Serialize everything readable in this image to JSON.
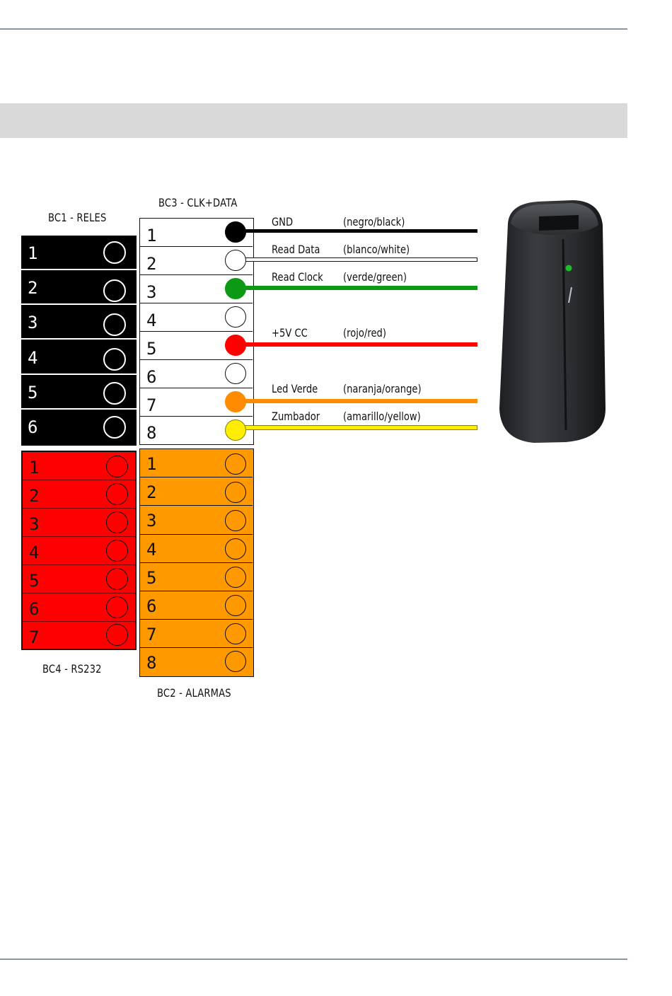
{
  "blocks": {
    "bc1": {
      "title": "BC1 - RELES",
      "pins": [
        "1",
        "2",
        "3",
        "4",
        "5",
        "6"
      ],
      "fill": "#000000",
      "text_color": "#ffffff"
    },
    "bc4": {
      "title": "BC4 - RS232",
      "pins": [
        "1",
        "2",
        "3",
        "4",
        "5",
        "6",
        "7"
      ],
      "fill": "#ff0000",
      "text_color": "#111111"
    },
    "bc3": {
      "title": "BC3 - CLK+DATA",
      "pins": [
        "1",
        "2",
        "3",
        "4",
        "5",
        "6",
        "7",
        "8"
      ],
      "fill": "#ffffff",
      "text_color": "#111111"
    },
    "bc2": {
      "title": "BC2 - ALARMAS",
      "pins": [
        "1",
        "2",
        "3",
        "4",
        "5",
        "6",
        "7",
        "8"
      ],
      "fill": "#ff9900",
      "text_color": "#111111"
    }
  },
  "wires": [
    {
      "pin": "1",
      "signal": "GND",
      "color_name": "(negro/black)",
      "color": "#000000"
    },
    {
      "pin": "2",
      "signal": "Read Data",
      "color_name": "(blanco/white)",
      "color": "#ffffff"
    },
    {
      "pin": "3",
      "signal": "Read Clock",
      "color_name": "(verde/green)",
      "color": "#0c9a14"
    },
    {
      "pin": "5",
      "signal": "+5V CC",
      "color_name": "(rojo/red)",
      "color": "#ff0000"
    },
    {
      "pin": "7",
      "signal": "Led Verde",
      "color_name": "(naranja/orange)",
      "color": "#ff8c00"
    },
    {
      "pin": "8",
      "signal": "Zumbador",
      "color_name": "(amarillo/yellow)",
      "color": "#ffee00"
    }
  ],
  "device": {
    "icon": "card-reader-icon",
    "body_color": "#2b2d30",
    "led_color": "#1fbf2a"
  }
}
